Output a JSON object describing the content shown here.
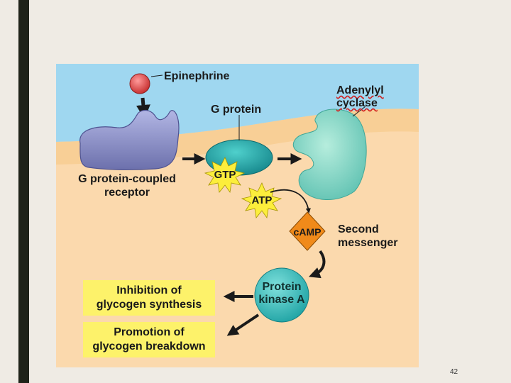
{
  "slide": {
    "page_number": "42"
  },
  "diagram": {
    "labels": {
      "epinephrine": "Epinephrine",
      "adenylyl_line1": "Adenylyl",
      "adenylyl_line2": "cyclase",
      "g_protein": "G protein",
      "gpcr_line1": "G protein-coupled",
      "gpcr_line2": "receptor",
      "gtp": "GTP",
      "atp": "ATP",
      "camp": "cAMP",
      "second_line1": "Second",
      "second_line2": "messenger",
      "pka_line1": "Protein",
      "pka_line2": "kinase A"
    },
    "outcomes": [
      {
        "line1": "Inhibition of",
        "line2": "glycogen synthesis"
      },
      {
        "line1": "Promotion of",
        "line2": "glycogen breakdown"
      }
    ],
    "colors": {
      "extracellular": "#9fd7f0",
      "membrane": "#f8cf96",
      "cytoplasm": "#fbd9ad",
      "receptor": "#8a8ec6",
      "g_protein": "#24a8a5",
      "adenylyl_cyclase": "#7ed3c2",
      "starburst": "#fcee3c",
      "camp": "#f08a1a",
      "pka": "#3fbdbc",
      "epinephrine": "#e05050",
      "outcome_box": "#fdf26a"
    }
  }
}
